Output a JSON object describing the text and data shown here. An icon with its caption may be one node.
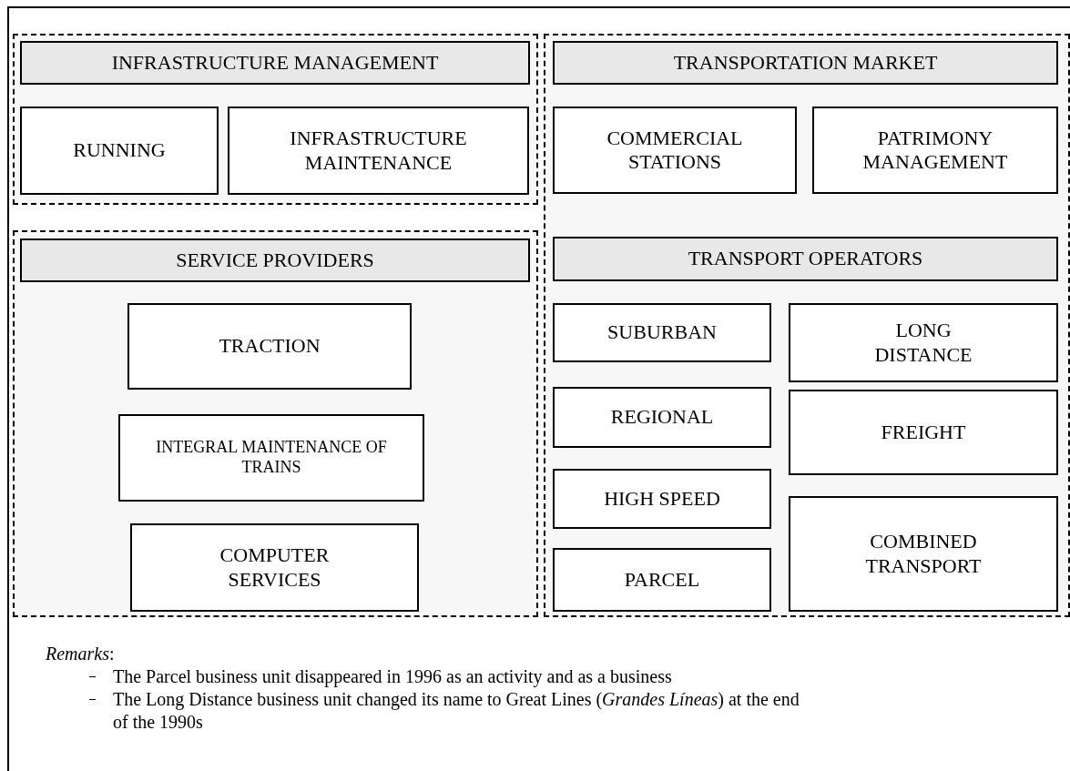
{
  "diagram": {
    "nodes": [
      {
        "text": [],
        "shape": "box"
      },
      {
        "text": [
          "INFRASTRUCTURE MANAGEMENT"
        ],
        "in": 0
      },
      {
        "text": [
          "RUNNING"
        ],
        "in": 0
      },
      {
        "text": [
          "INFRASTRUCTURE MAINTENANCE"
        ],
        "in": 0
      },
      {
        "text": [],
        "shape": "box"
      },
      {
        "text": [
          "TRANSPORTATION MARKET"
        ],
        "in": 4
      },
      {
        "text": [
          "COMMERCIAL STATIONS"
        ],
        "in": 4
      },
      {
        "text": [
          "PATRIMONY MANAGEMENT"
        ],
        "in": 4
      },
      {
        "text": [],
        "shape": "box"
      },
      {
        "text": [
          "SERVICE PROVIDERS"
        ],
        "in": 8
      },
      {
        "text": [
          "TRACTION"
        ],
        "in": 8
      },
      {
        "text": [
          "INTEGRAL MAINTENANCE OF TRAINS"
        ],
        "in": 8
      },
      {
        "text": [
          "COMPUTER SERVICES"
        ],
        "in": 8
      },
      {
        "text": [
          "TRANSPORT OPERATORS"
        ],
        "in": 4
      },
      {
        "text": [
          "SUBURBAN"
        ],
        "in": 4
      },
      {
        "text": [
          "LONG DISTANCE"
        ],
        "in": 4
      },
      {
        "text": [
          "REGIONAL"
        ],
        "in": 4
      },
      {
        "text": [
          "FREIGHT"
        ],
        "in": 4
      },
      {
        "text": [
          "HIGH SPEED"
        ],
        "in": 4
      },
      {
        "text": [
          "PARCEL"
        ],
        "in": 4
      },
      {
        "text": [
          "COMBINED TRANSPORT"
        ],
        "in": 4
      }
    ],
    "labels": [
      "*Remarks*:",
      "The Parcel business unit disappeared in 1996 as an activity and as a business",
      "The Long Distance business unit changed its name to Great Lines (*Grandes Líneas*) at the end of the 1990s"
    ]
  }
}
